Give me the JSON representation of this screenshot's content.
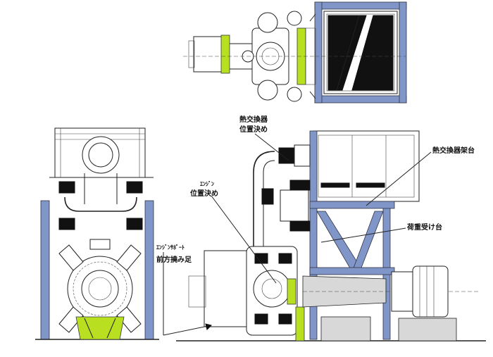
{
  "colors": {
    "frame_blue": "#8096c8",
    "support_green": "#b8e020",
    "line": "#222222",
    "dark_fill": "#111111"
  },
  "annotations": {
    "heat_exchanger_positioning": [
      "熱交換器",
      "位置決め"
    ],
    "heat_exchanger_stand": "熱交換器架台",
    "engine_positioning": [
      "ｴﾝｼﾞﾝ",
      "位置決め"
    ],
    "load_receiving_stand": "荷重受け台",
    "engine_support": "ｴﾝｼﾞﾝｻﾎﾟｰﾄ",
    "front_flexible_legs": "前方撓み足"
  }
}
